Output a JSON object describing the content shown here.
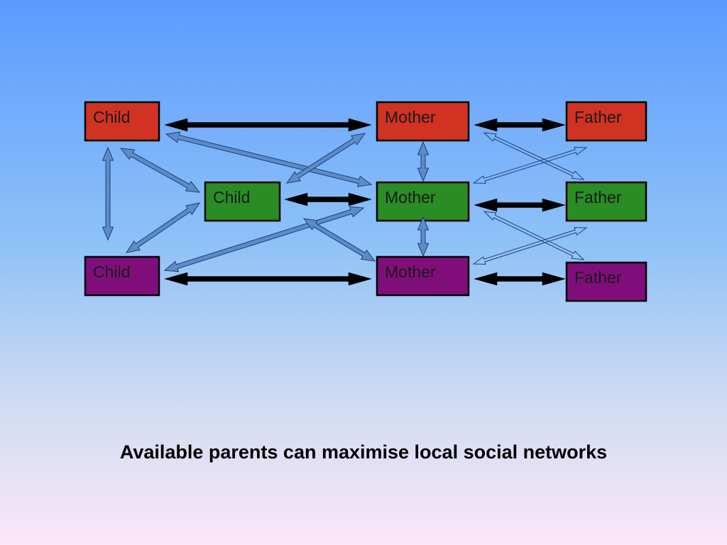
{
  "colors": {
    "red": "#d13222",
    "green": "#2a8c25",
    "purple": "#800e7a",
    "arrow_blue": "#5b8cc8",
    "arrow_black": "#000000"
  },
  "nodes": {
    "child_red": "Child",
    "mother_red": "Mother",
    "father_red": "Father",
    "child_green": "Child",
    "mother_green": "Mother",
    "father_green": "Father",
    "child_purple": "Child",
    "mother_purple": "Mother",
    "father_purple": "Father"
  },
  "caption": "Available parents can maximise local social networks"
}
